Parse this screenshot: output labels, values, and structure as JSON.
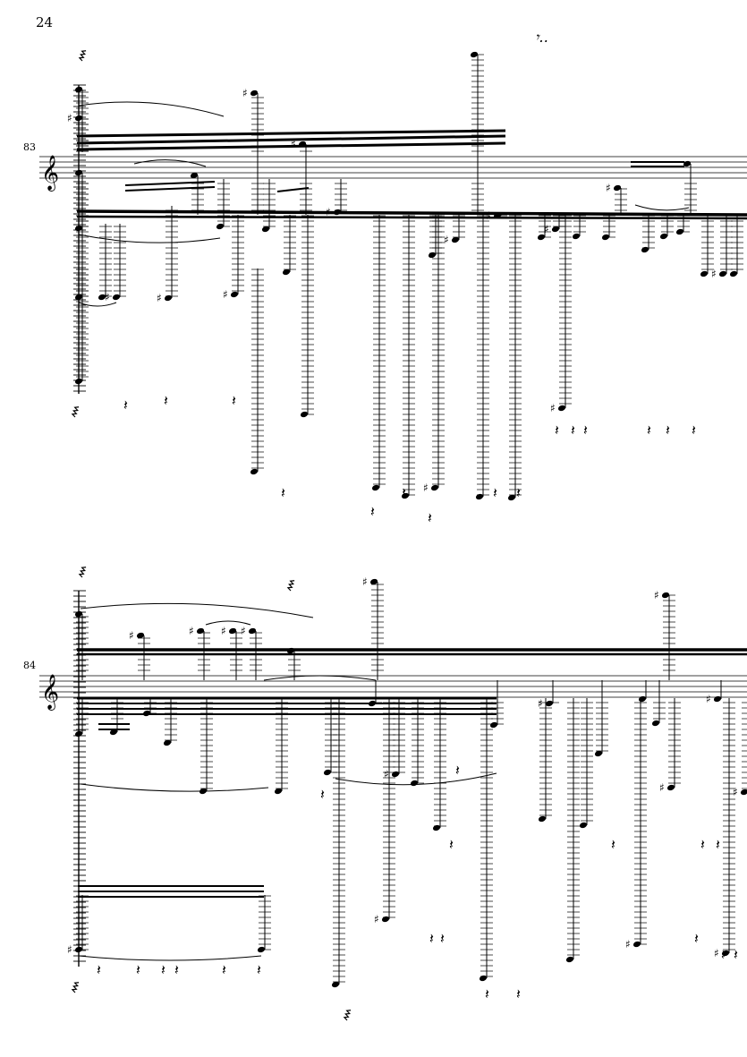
{
  "page": {
    "number": "24"
  },
  "systems": [
    {
      "measure_number": "83"
    },
    {
      "measure_number": "84"
    }
  ],
  "marks": {
    "top_rest_glyph": "𝄾‥"
  },
  "colors": {
    "ink": "#000000",
    "paper": "#ffffff"
  }
}
